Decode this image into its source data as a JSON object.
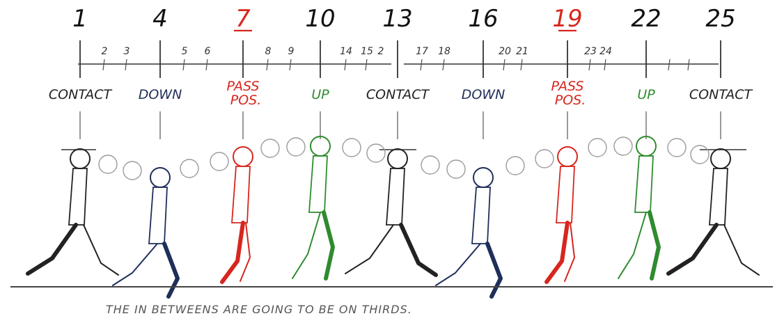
{
  "key_frames": [
    {
      "frame": "1",
      "pose_line1": "CONTACT",
      "pose_line2": "",
      "color": "#222222",
      "underline": false
    },
    {
      "frame": "4",
      "pose_line1": "DOWN",
      "pose_line2": "",
      "color": "#1f2f5a",
      "underline": false
    },
    {
      "frame": "7",
      "pose_line1": "PASS",
      "pose_line2": "POS.",
      "color": "#d7261e",
      "underline": true
    },
    {
      "frame": "10",
      "pose_line1": "UP",
      "pose_line2": "",
      "color": "#2e8b2e",
      "underline": false
    },
    {
      "frame": "13",
      "pose_line1": "CONTACT",
      "pose_line2": "",
      "color": "#222222",
      "underline": false
    },
    {
      "frame": "16",
      "pose_line1": "DOWN",
      "pose_line2": "",
      "color": "#1f2f5a",
      "underline": false
    },
    {
      "frame": "19",
      "pose_line1": "PASS",
      "pose_line2": "POS.",
      "color": "#d7261e",
      "underline": true
    },
    {
      "frame": "22",
      "pose_line1": "UP",
      "pose_line2": "",
      "color": "#2e8b2e",
      "underline": false
    },
    {
      "frame": "25",
      "pose_line1": "CONTACT",
      "pose_line2": "",
      "color": "#222222",
      "underline": false
    }
  ],
  "inbetween_labels": [
    "2",
    "3",
    "5",
    "6",
    "8",
    "9",
    "14",
    "15",
    "2",
    "17",
    "18",
    "20",
    "21",
    "23",
    "24"
  ],
  "figure_colors": [
    "#222222",
    "#1f2f5a",
    "#d7261e",
    "#2e8b2e",
    "#222222",
    "#1f2f5a",
    "#d7261e",
    "#2e8b2e",
    "#222222"
  ],
  "note": "THE IN BETWEENS ARE GOING TO BE ON THIRDS."
}
